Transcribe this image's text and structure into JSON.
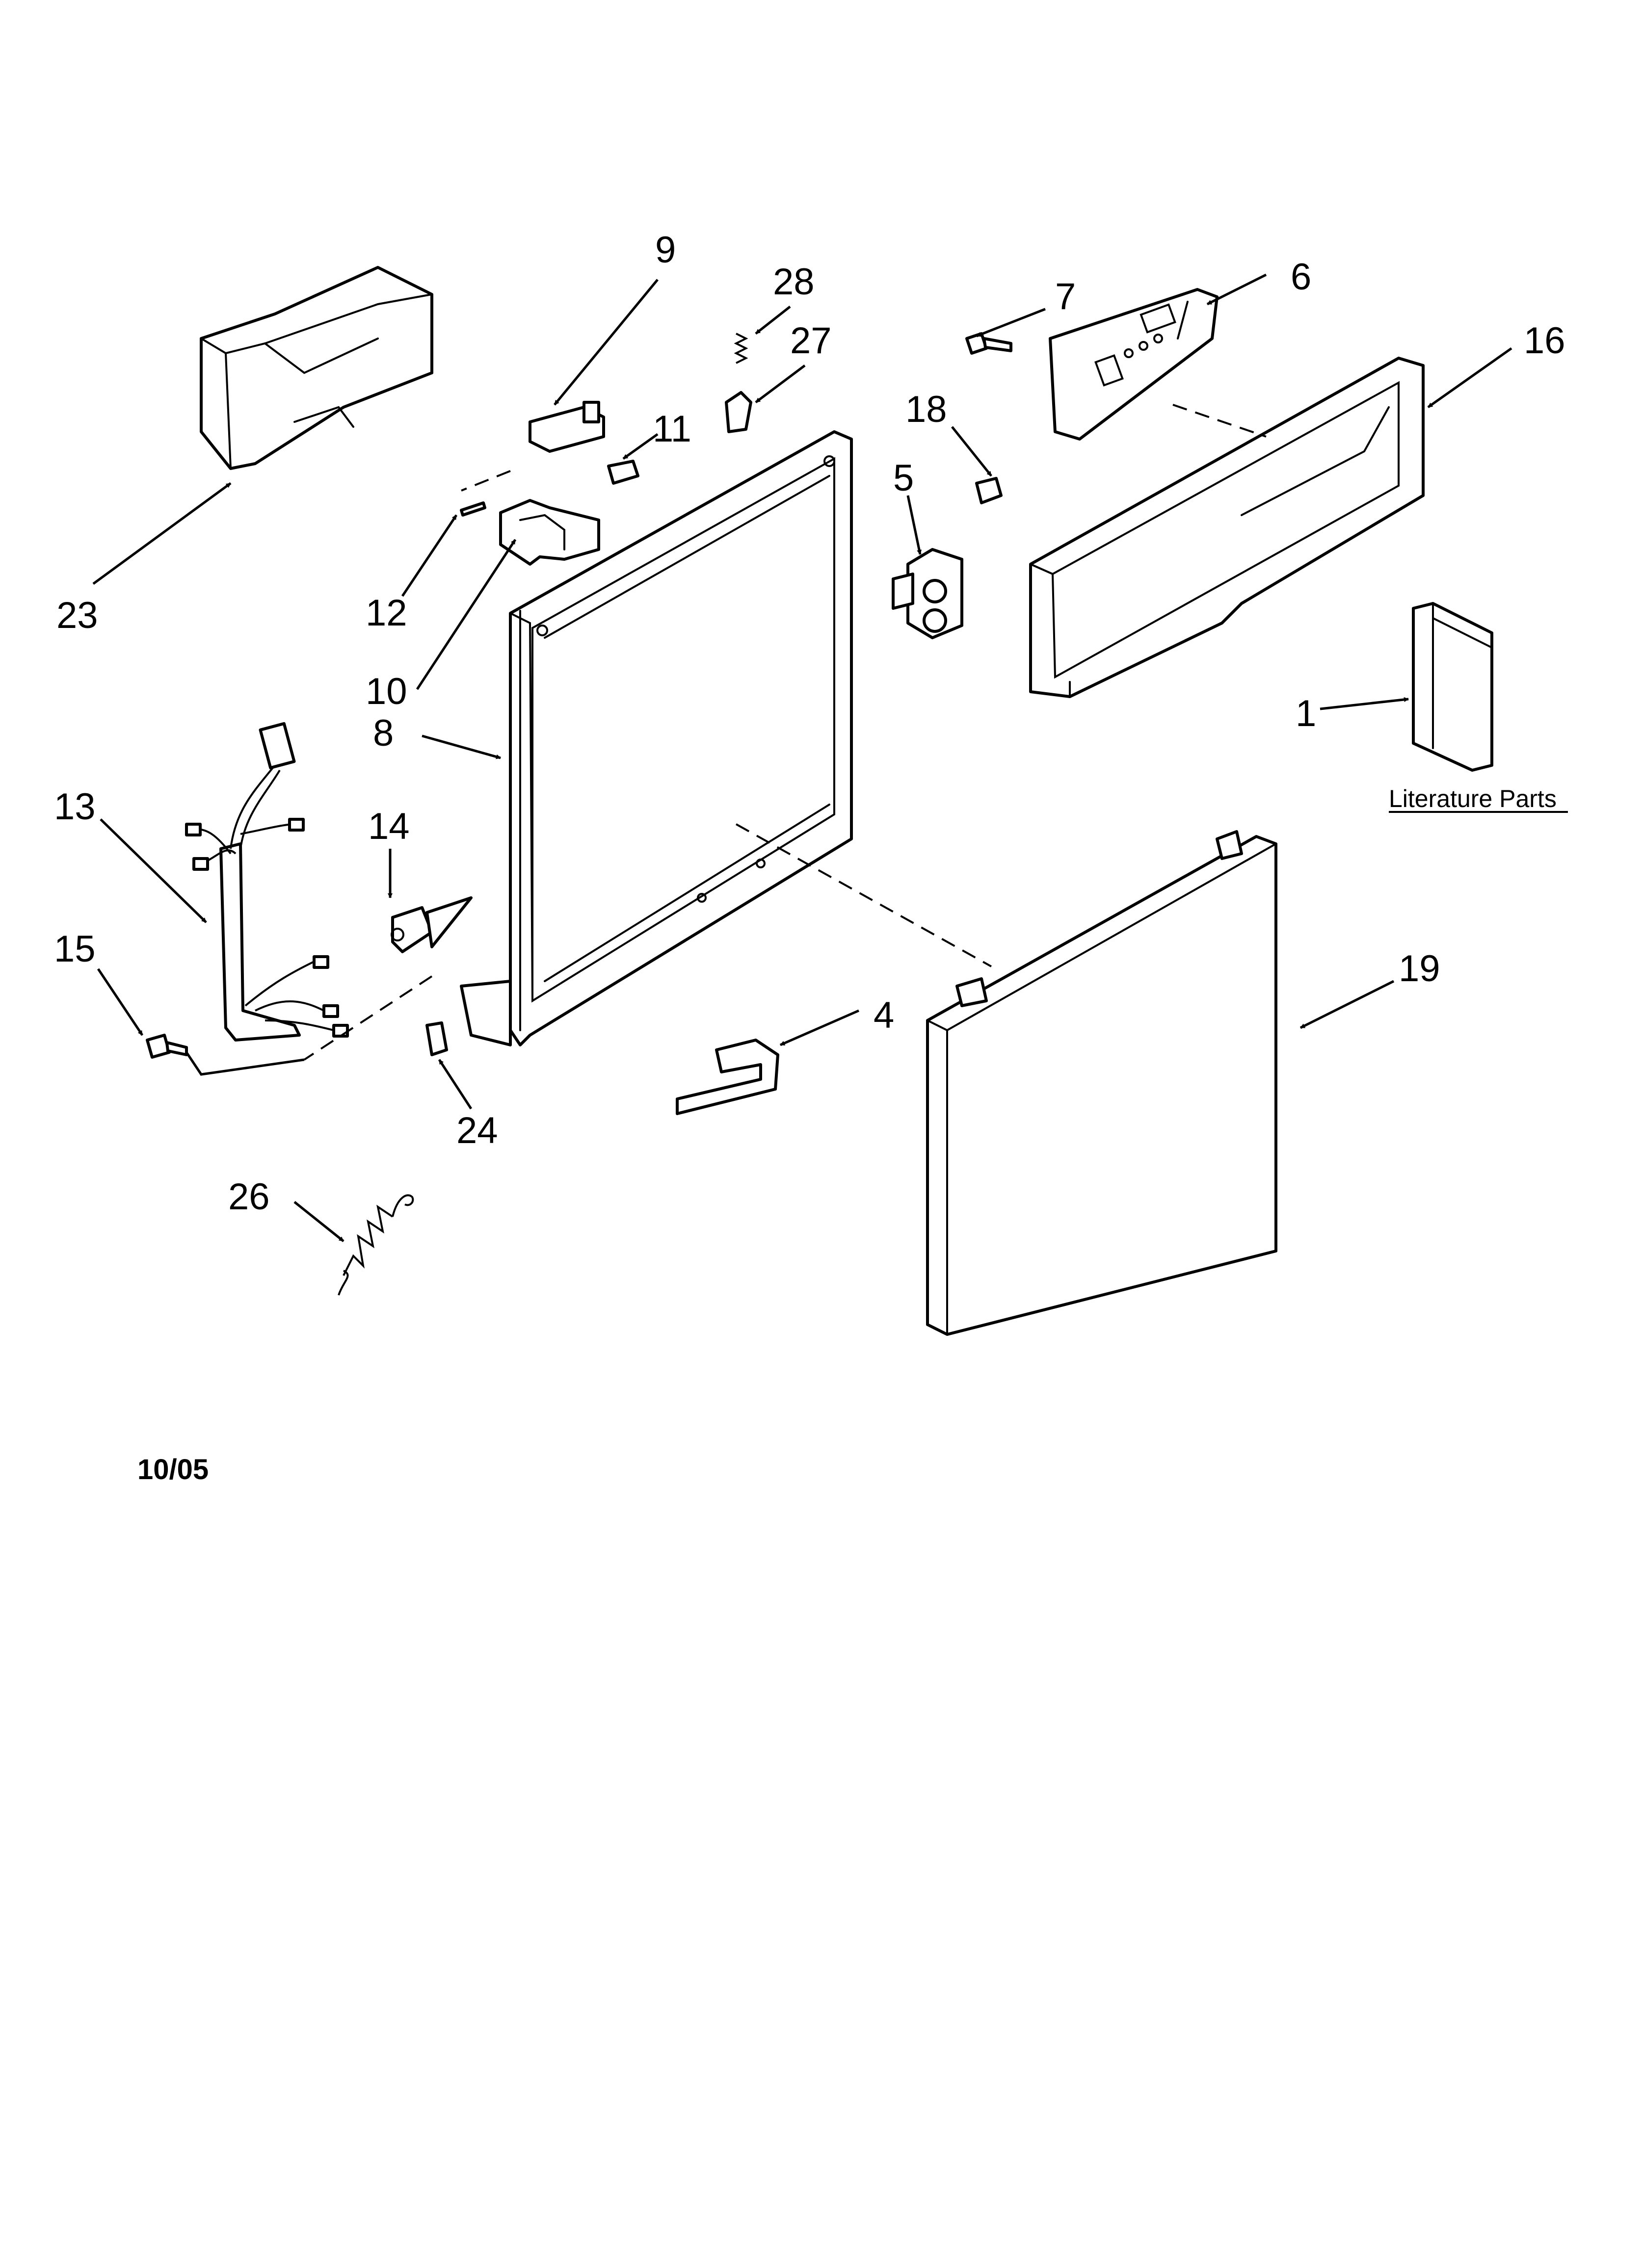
{
  "diagram": {
    "callouts": {
      "c1": "1",
      "c4": "4",
      "c5": "5",
      "c6": "6",
      "c7": "7",
      "c8": "8",
      "c9": "9",
      "c10": "10",
      "c11": "11",
      "c12": "12",
      "c13": "13",
      "c14": "14",
      "c15": "15",
      "c16": "16",
      "c18": "18",
      "c19": "19",
      "c23": "23",
      "c24": "24",
      "c26": "26",
      "c27": "27",
      "c28": "28"
    },
    "literature_label": "Literature Parts",
    "date_code": "10/05"
  }
}
